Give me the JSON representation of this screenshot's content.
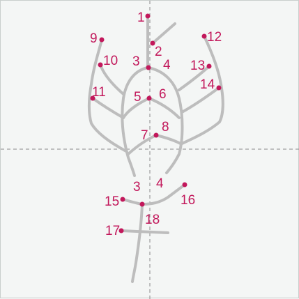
{
  "colors": {
    "background": "#f4f6f5",
    "stroke": "#bdbdbd",
    "point": "#c2185b",
    "label": "#c2185b",
    "guide": "#8a8a8a"
  },
  "labels": {
    "p1": "1",
    "p2": "2",
    "p3": "3",
    "p4": "4",
    "p5": "5",
    "p6": "6",
    "p7": "7",
    "p8": "8",
    "p9": "9",
    "p10": "10",
    "p11": "11",
    "p12": "12",
    "p13": "13",
    "p14": "14",
    "p15": "15",
    "p16": "16",
    "p17": "17",
    "p18": "18",
    "end3": "3",
    "end4": "4"
  }
}
